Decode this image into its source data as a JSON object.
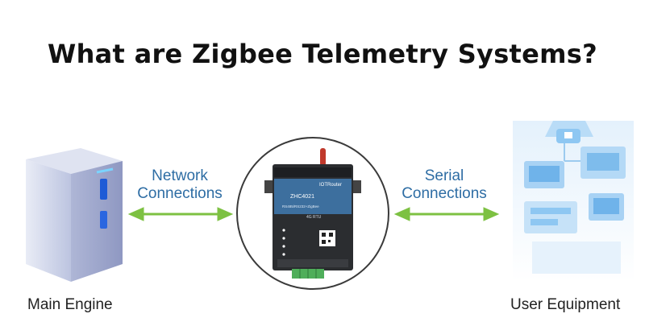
{
  "title": "What are Zigbee Telemetry Systems?",
  "left_link": {
    "line1": "Network",
    "line2": "Connections"
  },
  "right_link": {
    "line1": "Serial",
    "line2": "Connections"
  },
  "left_node": {
    "caption": "Main Engine"
  },
  "right_node": {
    "caption": "User Equipment"
  },
  "device": {
    "brand": "IOTRouter",
    "model": "ZHC4021",
    "subtitle": "RS485/RS232+ZigBee",
    "band": "4G RTU"
  },
  "colors": {
    "arrow": "#7dc142",
    "label": "#2e6da4",
    "device_panel": "#3d6f9e",
    "server": "#c9cfe6"
  }
}
